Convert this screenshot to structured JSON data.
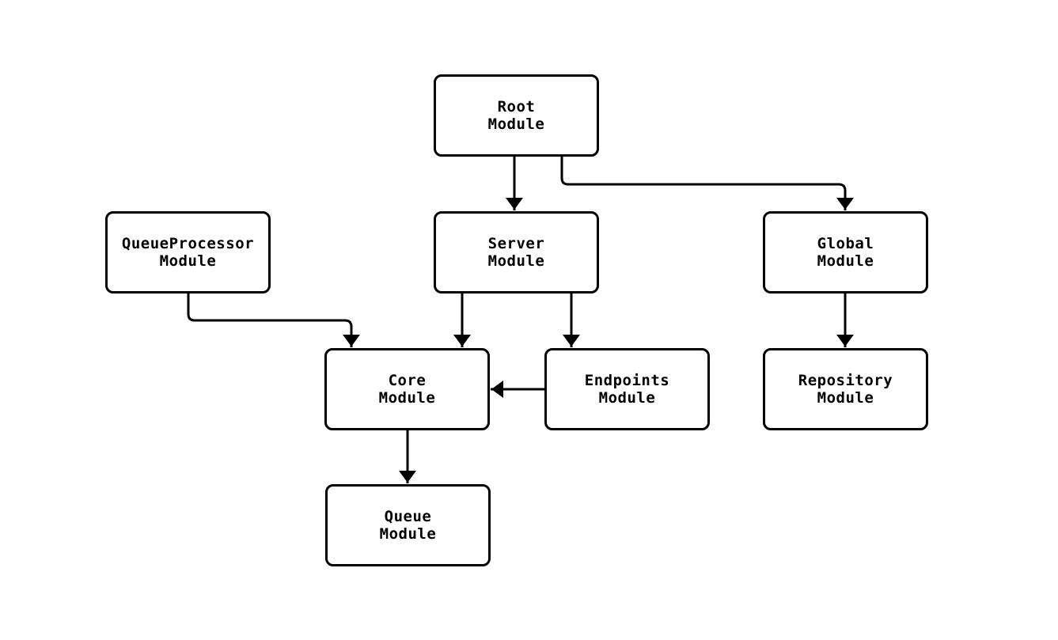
{
  "diagram": {
    "type": "module-dependency-flowchart",
    "nodes": [
      {
        "id": "root",
        "label": "Root\nModule"
      },
      {
        "id": "server",
        "label": "Server\nModule"
      },
      {
        "id": "queue-processor",
        "label": "QueueProcessor\nModule"
      },
      {
        "id": "global",
        "label": "Global\nModule"
      },
      {
        "id": "core",
        "label": "Core\nModule"
      },
      {
        "id": "endpoints",
        "label": "Endpoints\nModule"
      },
      {
        "id": "repository",
        "label": "Repository\nModule"
      },
      {
        "id": "queue",
        "label": "Queue\nModule"
      }
    ],
    "edges": [
      {
        "from": "Root Module",
        "to": "Server Module"
      },
      {
        "from": "Root Module",
        "to": "Global Module"
      },
      {
        "from": "QueueProcessor Module",
        "to": "Core Module"
      },
      {
        "from": "Server Module",
        "to": "Core Module"
      },
      {
        "from": "Server Module",
        "to": "Endpoints Module"
      },
      {
        "from": "Endpoints Module",
        "to": "Core Module"
      },
      {
        "from": "Global Module",
        "to": "Repository Module"
      },
      {
        "from": "Core Module",
        "to": "Queue Module"
      }
    ],
    "colors": {
      "stroke": "#000000",
      "node_fill": "#ffffff",
      "background": "#ffffff",
      "text": "#000000"
    }
  }
}
